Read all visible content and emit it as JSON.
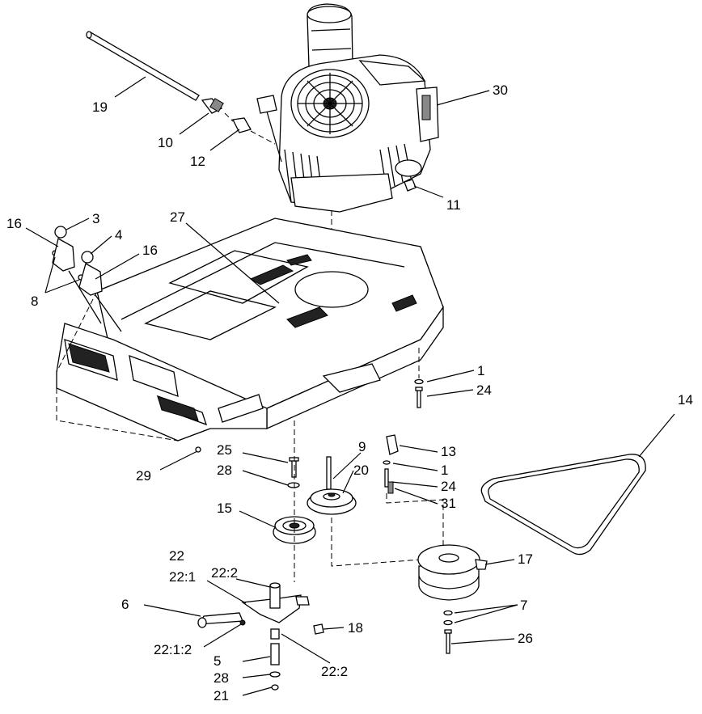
{
  "callouts": [
    {
      "id": "c30",
      "text": "30"
    },
    {
      "id": "c19",
      "text": "19"
    },
    {
      "id": "c10",
      "text": "10"
    },
    {
      "id": "c12",
      "text": "12"
    },
    {
      "id": "c11",
      "text": "11"
    },
    {
      "id": "c3",
      "text": "3"
    },
    {
      "id": "c16a",
      "text": "16"
    },
    {
      "id": "c4",
      "text": "4"
    },
    {
      "id": "c16b",
      "text": "16"
    },
    {
      "id": "c8",
      "text": "8"
    },
    {
      "id": "c27",
      "text": "27"
    },
    {
      "id": "c1a",
      "text": "1"
    },
    {
      "id": "c24a",
      "text": "24"
    },
    {
      "id": "c14",
      "text": "14"
    },
    {
      "id": "c13",
      "text": "13"
    },
    {
      "id": "c1b",
      "text": "1"
    },
    {
      "id": "c24b",
      "text": "24"
    },
    {
      "id": "c31",
      "text": "31"
    },
    {
      "id": "c9",
      "text": "9"
    },
    {
      "id": "c20",
      "text": "20"
    },
    {
      "id": "c25",
      "text": "25"
    },
    {
      "id": "c28a",
      "text": "28"
    },
    {
      "id": "c29",
      "text": "29"
    },
    {
      "id": "c15",
      "text": "15"
    },
    {
      "id": "c17",
      "text": "17"
    },
    {
      "id": "c22",
      "text": "22"
    },
    {
      "id": "c22-2a",
      "text": "22:2"
    },
    {
      "id": "c22-1",
      "text": "22:1"
    },
    {
      "id": "c6",
      "text": "6"
    },
    {
      "id": "c7",
      "text": "7"
    },
    {
      "id": "c18",
      "text": "18"
    },
    {
      "id": "c26",
      "text": "26"
    },
    {
      "id": "c22-1-2",
      "text": "22:1:2"
    },
    {
      "id": "c5",
      "text": "5"
    },
    {
      "id": "c22-2b",
      "text": "22:2"
    },
    {
      "id": "c28b",
      "text": "28"
    },
    {
      "id": "c21",
      "text": "21"
    }
  ]
}
